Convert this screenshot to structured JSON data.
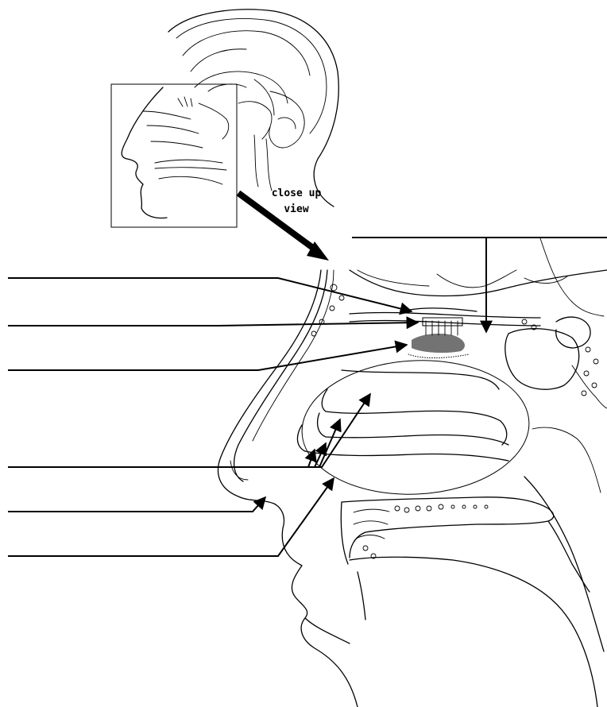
{
  "figure": {
    "caption_line1": "close up",
    "caption_line2": "view",
    "label_blanks": [
      "olfactory-bulb-label-blank",
      "olfactory-receptor-cells-label-blank",
      "olfactory-epithelium-label-blank",
      "nasal-conchae-label-blank",
      "nostril-label-blank",
      "nasal-cavity-label-blank",
      "brain-label-blank"
    ]
  }
}
